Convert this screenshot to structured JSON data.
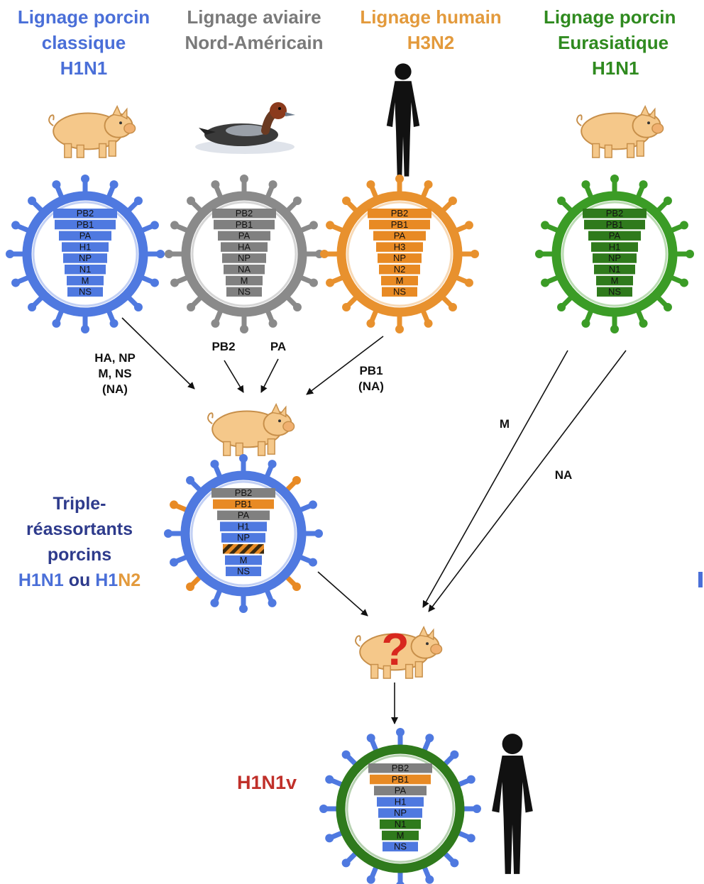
{
  "lineages": [
    {
      "line1": "Lignage porcin",
      "line2": "classique",
      "line3": "H1N1",
      "color": "#4a6fd8",
      "host": "pig-icon",
      "virus": {
        "shell": "#4f79e0",
        "segments": [
          {
            "label": "PB2",
            "color": "#4f79e0"
          },
          {
            "label": "PB1",
            "color": "#4f79e0"
          },
          {
            "label": "PA",
            "color": "#4f79e0"
          },
          {
            "label": "H1",
            "color": "#4f79e0"
          },
          {
            "label": "NP",
            "color": "#4f79e0"
          },
          {
            "label": "N1",
            "color": "#4f79e0"
          },
          {
            "label": "M",
            "color": "#4f79e0"
          },
          {
            "label": "NS",
            "color": "#4f79e0"
          }
        ]
      }
    },
    {
      "line1": "Lignage aviaire",
      "line2": "Nord-Américain",
      "line3": "",
      "color": "#7a7a7a",
      "host": "duck-icon",
      "virus": {
        "shell": "#8a8a8a",
        "segments": [
          {
            "label": "PB2",
            "color": "#808080"
          },
          {
            "label": "PB1",
            "color": "#808080"
          },
          {
            "label": "PA",
            "color": "#808080"
          },
          {
            "label": "HA",
            "color": "#808080"
          },
          {
            "label": "NP",
            "color": "#808080"
          },
          {
            "label": "NA",
            "color": "#808080"
          },
          {
            "label": "M",
            "color": "#808080"
          },
          {
            "label": "NS",
            "color": "#808080"
          }
        ]
      }
    },
    {
      "line1": "Lignage humain",
      "line2": "H3N2",
      "line3": "",
      "color": "#e39a3c",
      "host": "human-icon",
      "virus": {
        "shell": "#e8912e",
        "segments": [
          {
            "label": "PB2",
            "color": "#e88a24"
          },
          {
            "label": "PB1",
            "color": "#e88a24"
          },
          {
            "label": "PA",
            "color": "#e88a24"
          },
          {
            "label": "H3",
            "color": "#e88a24"
          },
          {
            "label": "NP",
            "color": "#e88a24"
          },
          {
            "label": "N2",
            "color": "#e88a24"
          },
          {
            "label": "M",
            "color": "#e88a24"
          },
          {
            "label": "NS",
            "color": "#e88a24"
          }
        ]
      }
    },
    {
      "line1": "Lignage porcin",
      "line2": "Eurasiatique",
      "line3": "H1N1",
      "color": "#2f8a1f",
      "host": "pig-icon",
      "virus": {
        "shell": "#3b9c26",
        "segments": [
          {
            "label": "PB2",
            "color": "#2f7a1c"
          },
          {
            "label": "PB1",
            "color": "#2f7a1c"
          },
          {
            "label": "PA",
            "color": "#2f7a1c"
          },
          {
            "label": "H1",
            "color": "#2f7a1c"
          },
          {
            "label": "NP",
            "color": "#2f7a1c"
          },
          {
            "label": "N1",
            "color": "#2f7a1c"
          },
          {
            "label": "M",
            "color": "#2f7a1c"
          },
          {
            "label": "NS",
            "color": "#2f7a1c"
          }
        ]
      }
    }
  ],
  "gene_labels": {
    "classical": "HA, NP\nM, NS\n(NA)",
    "avian_pb2": "PB2",
    "avian_pa": "PA",
    "human": "PB1\n(NA)",
    "eurasian_m": "M",
    "eurasian_na": "NA"
  },
  "triple": {
    "label_l1": "Triple-",
    "label_l2": "réassortants",
    "label_l3": "porcins",
    "label_h1n1": "H1N1",
    "label_ou": "ou",
    "label_h1": "H1",
    "label_n2": "N2",
    "segments": [
      {
        "label": "PB2",
        "color": "#808080"
      },
      {
        "label": "PB1",
        "color": "#e88a24"
      },
      {
        "label": "PA",
        "color": "#808080"
      },
      {
        "label": "H1",
        "color": "#4f79e0"
      },
      {
        "label": "NP",
        "color": "#4f79e0"
      },
      {
        "label": "",
        "color": "hatched"
      },
      {
        "label": "M",
        "color": "#4f79e0"
      },
      {
        "label": "NS",
        "color": "#4f79e0"
      }
    ]
  },
  "question_mark": "?",
  "final": {
    "label": "H1N1v",
    "label_color": "#c0302a",
    "segments": [
      {
        "label": "PB2",
        "color": "#808080"
      },
      {
        "label": "PB1",
        "color": "#e88a24"
      },
      {
        "label": "PA",
        "color": "#808080"
      },
      {
        "label": "H1",
        "color": "#4f79e0"
      },
      {
        "label": "NP",
        "color": "#4f79e0"
      },
      {
        "label": "N1",
        "color": "#2f7a1c"
      },
      {
        "label": "M",
        "color": "#2f7a1c"
      },
      {
        "label": "NS",
        "color": "#4f79e0"
      }
    ]
  },
  "colors": {
    "blue": "#4a6fd8",
    "gray": "#7a7a7a",
    "orange": "#e39a3c",
    "green": "#2f8a1f",
    "navy": "#2e3b8c",
    "red": "#c0302a"
  }
}
